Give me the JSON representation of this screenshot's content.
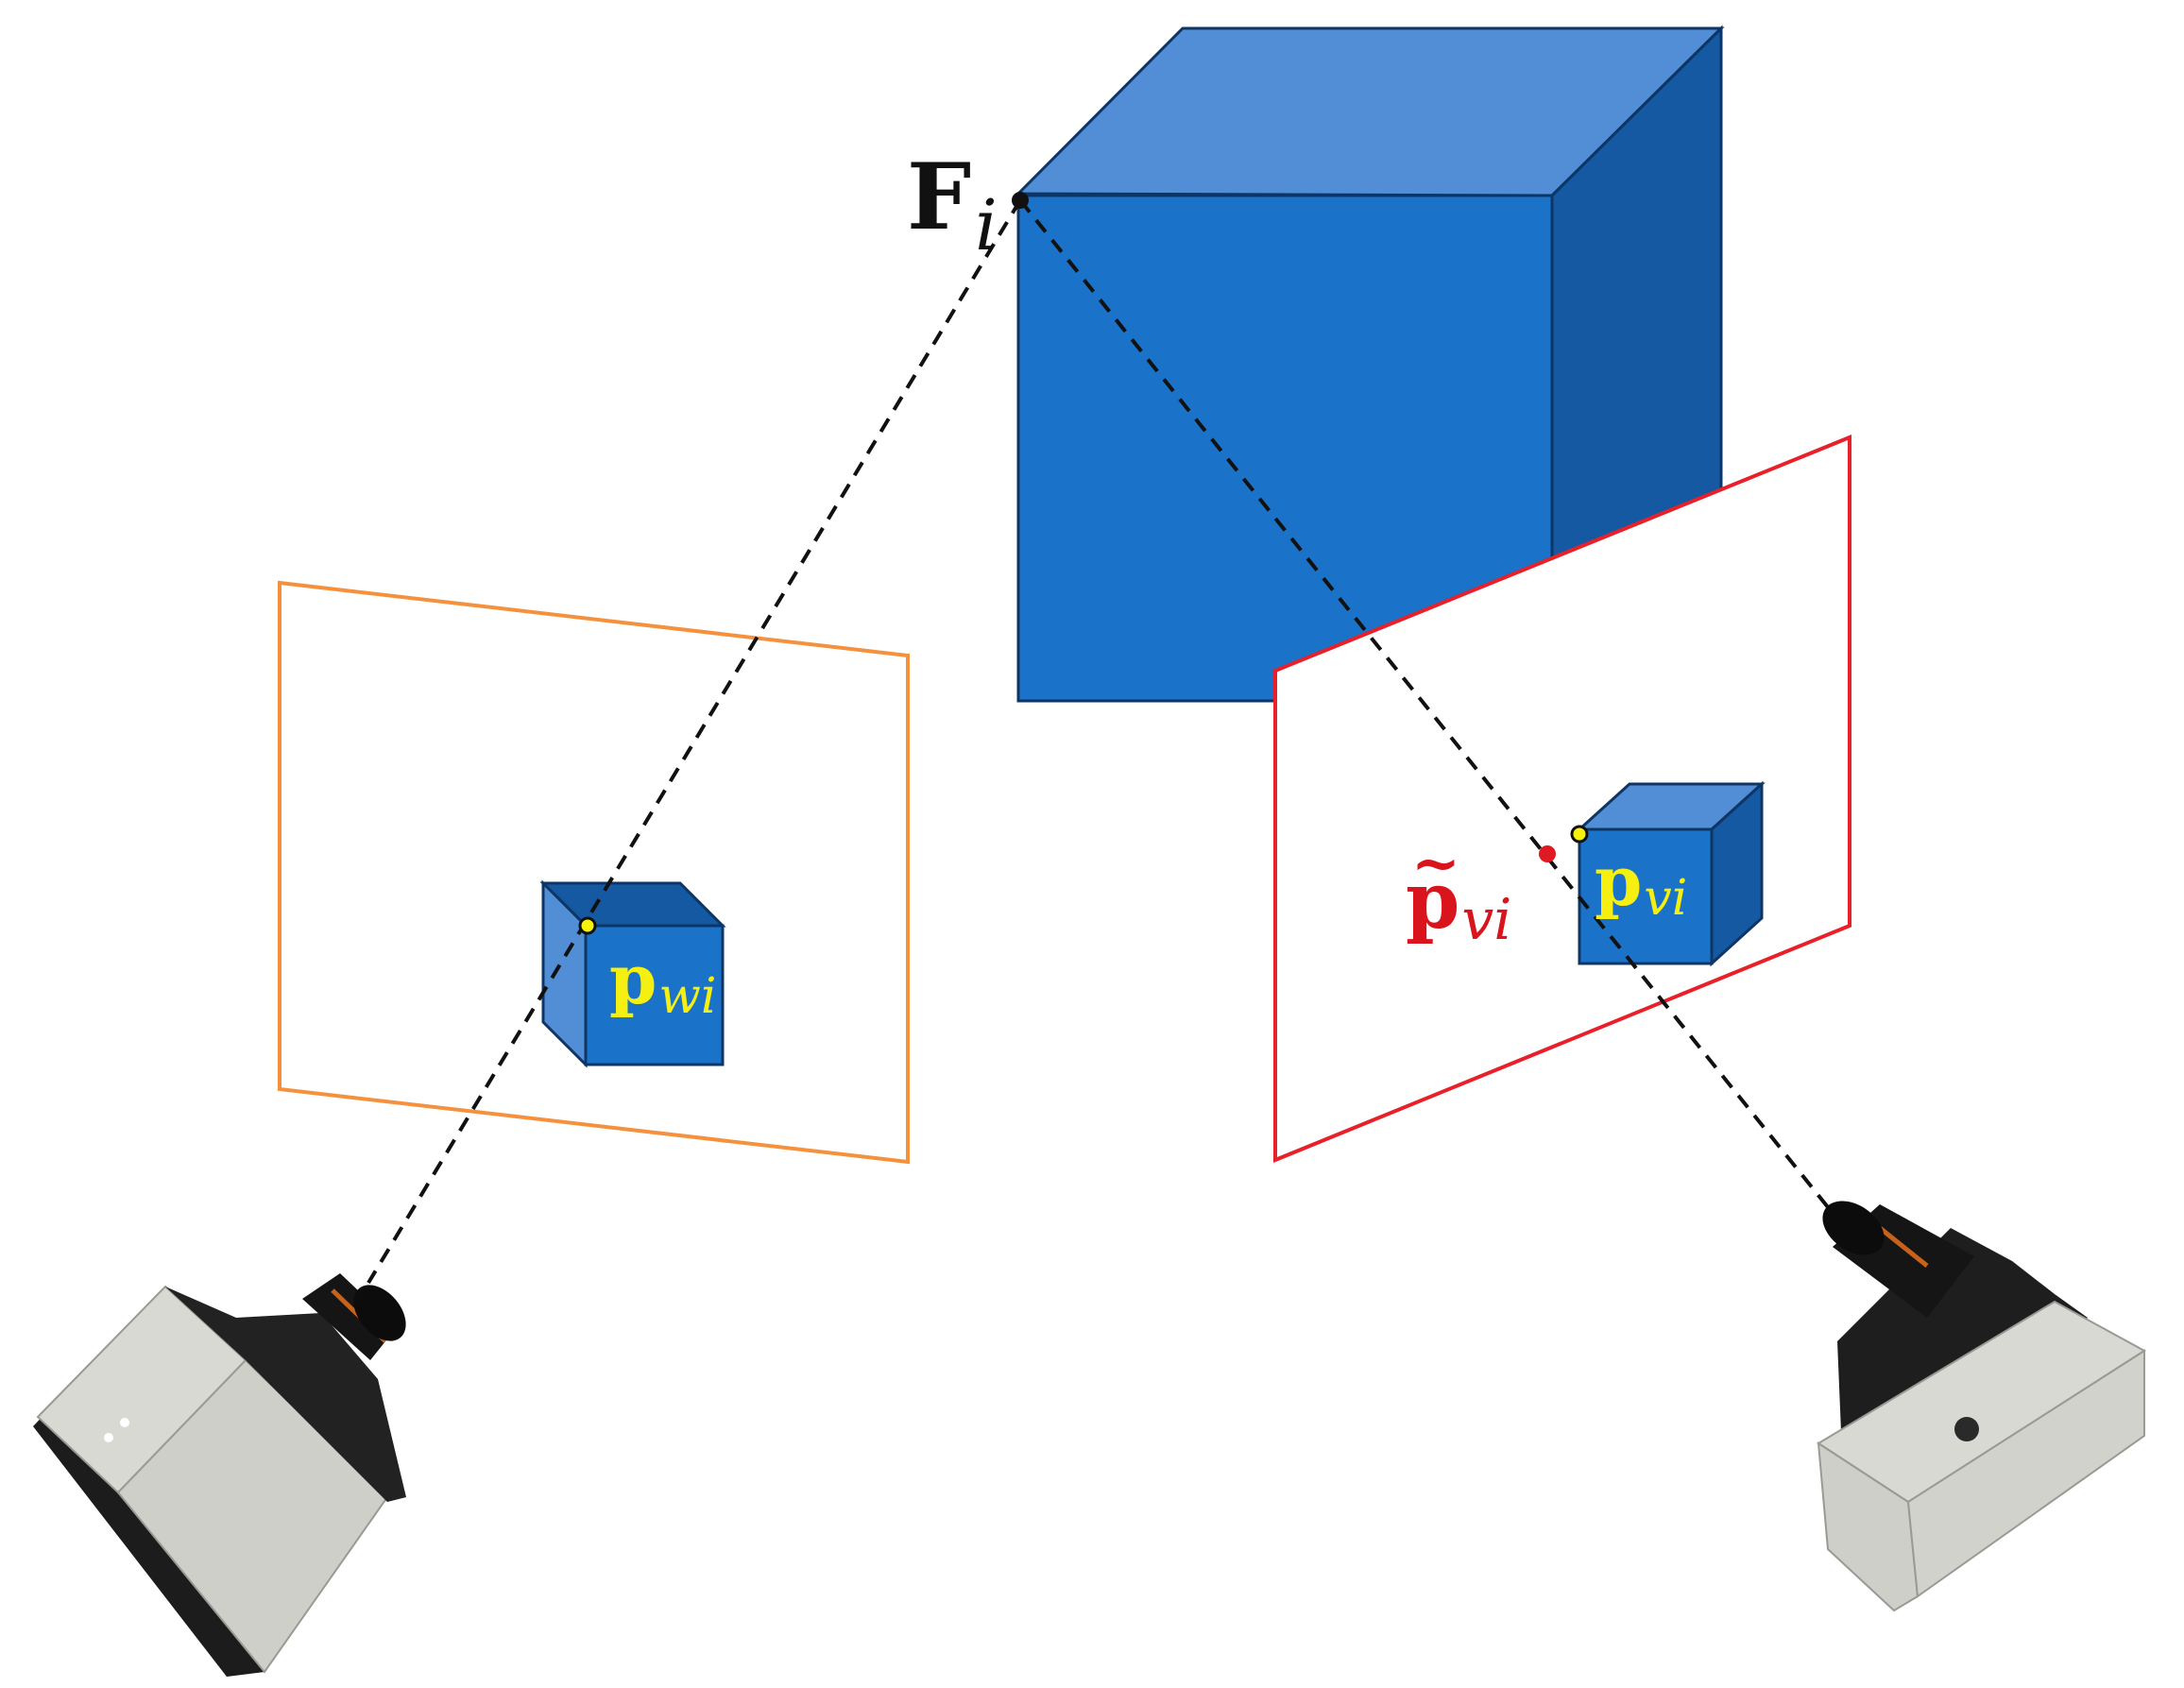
{
  "labels": {
    "feature_point": {
      "main": "F",
      "sub": "i"
    },
    "world_projection": {
      "main": "p",
      "sub": "wi"
    },
    "virtual_projection": {
      "main": "p",
      "sub": "vi"
    },
    "virtual_estimate": {
      "main": "p",
      "accent": "~",
      "sub": "vi"
    }
  },
  "colors": {
    "cube_front": "#1a73c8",
    "cube_top": "#528ed6",
    "cube_side": "#1559a3",
    "cube_edge": "#0d3566",
    "left_plane": "#f5913d",
    "right_plane": "#e8202a",
    "point_yellow": "#f7f20b",
    "point_red": "#e01a22",
    "ray": "#111111",
    "label_dark": "#111111",
    "label_yellow": "#f5ef12",
    "label_red": "#d9141c"
  },
  "icons": [
    "left-camera-icon",
    "right-camera-icon"
  ]
}
